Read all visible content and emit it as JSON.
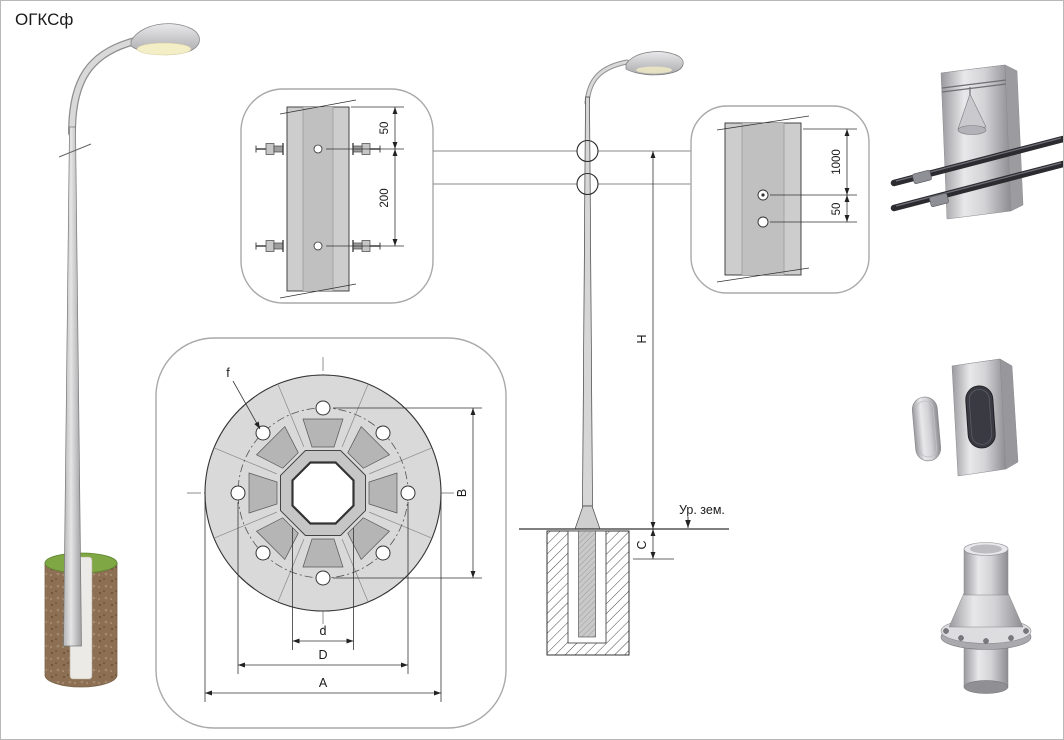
{
  "title": "ОГКСф",
  "callout_top": {
    "dim_edge_to_hole": "50",
    "dim_hole_spacing": "200"
  },
  "flange_view": {
    "hole_dia_label": "f",
    "bolt_span_vertical": "B",
    "octagon_width": "d",
    "bolt_circle_dia": "D",
    "plate_dia": "A"
  },
  "elevation": {
    "pole_height": "H",
    "embed_offset": "C",
    "ground_level_label": "Ур. зем."
  },
  "callout_ground": {
    "dim_bolt_height": "1000",
    "dim_hole_spacing": "50"
  },
  "colors": {
    "outline": "#333333",
    "callout_border": "#a9a9a9",
    "metal_light": "#d6d6d6",
    "metal_shade": "#bdbdbd",
    "soil_brown": "#8d7054",
    "grass_green": "#7fa844",
    "lamp_glow": "#f4eec6",
    "rod_dark": "#2b2b30"
  }
}
